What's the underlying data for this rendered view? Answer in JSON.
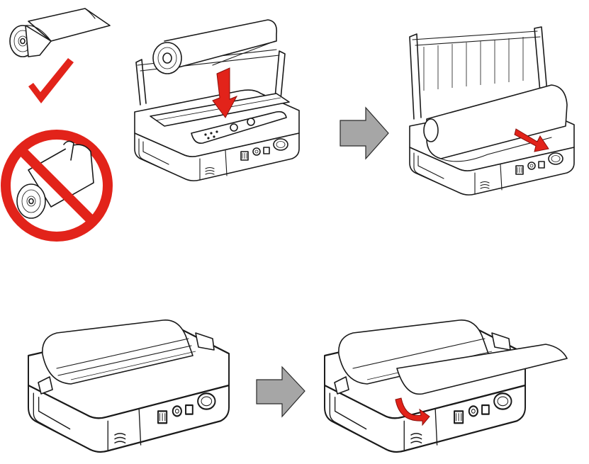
{
  "steps": [
    {
      "id": "step-1",
      "content": "insert-paper-roll"
    },
    {
      "id": "step-2",
      "content": "close-lid-with-paper-out"
    },
    {
      "id": "step-3",
      "content": "printer-lid-closed"
    },
    {
      "id": "step-4",
      "content": "tear-off-paper"
    }
  ],
  "legend": {
    "correct_roll": "check-icon",
    "incorrect_roll": "prohibited-icon"
  },
  "colors": {
    "accent_red": "#e2231a",
    "arrow_gray": "#a6a6a6",
    "outline": "#1a1a1a"
  }
}
